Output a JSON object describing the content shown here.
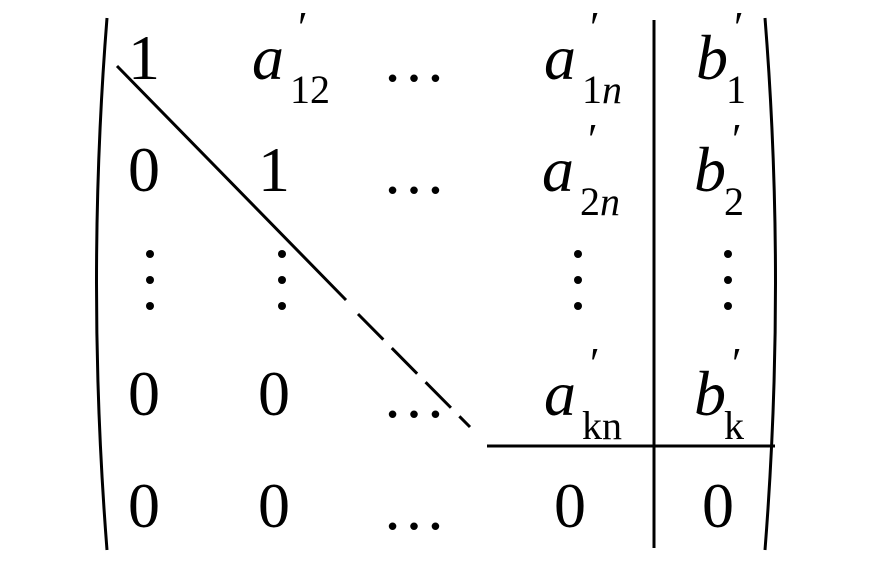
{
  "matrix": {
    "row1": {
      "c1": "1",
      "c2_base": "a",
      "c2_sub_digits": "12",
      "c3": "…",
      "c4_base": "a",
      "c4_sub_digit": "1",
      "c4_sub_it": "n",
      "c5_base": "b",
      "c5_sub": "1"
    },
    "row2": {
      "c1": "0",
      "c2": "1",
      "c3": "…",
      "c4_base": "a",
      "c4_sub_digit": "2",
      "c4_sub_it": "n",
      "c5_base": "b",
      "c5_sub": "2"
    },
    "row4": {
      "c1": "0",
      "c2": "0",
      "c3": "…",
      "c4_base": "a",
      "c4_sub_it": "kn",
      "c5_base": "b",
      "c5_sub_it": "k"
    },
    "row5": {
      "c1": "0",
      "c2": "0",
      "c3": "…",
      "c4": "0",
      "c5": "0"
    },
    "prime": "′"
  }
}
